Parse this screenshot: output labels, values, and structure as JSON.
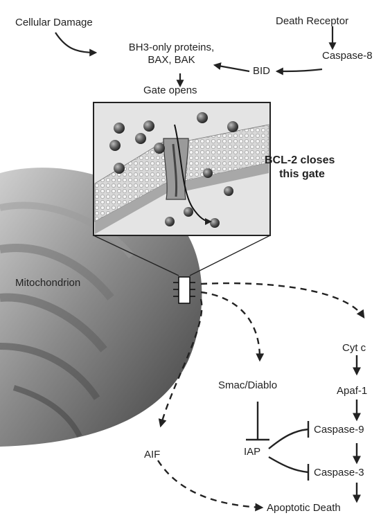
{
  "labels": {
    "cellular_damage": "Cellular Damage",
    "death_receptor": "Death Receptor",
    "caspase8": "Caspase-8",
    "bid": "BID",
    "bh3_line1": "BH3-only proteins,",
    "bh3_line2": "BAX, BAK",
    "gate_opens": "Gate opens",
    "bcl2_line1": "BCL-2 closes",
    "bcl2_line2": "this gate",
    "mitochondrion": "Mitochondrion",
    "cyt_c": "Cyt c",
    "apaf1": "Apaf-1",
    "caspase9": "Caspase-9",
    "caspase3": "Caspase-3",
    "smac": "Smac/Diablo",
    "iap": "IAP",
    "aif": "AIF",
    "apoptotic_death": "Apoptotic Death"
  },
  "colors": {
    "ink": "#222222",
    "mito_dark": "#4a4a4a",
    "mito_light": "#cfcfcf",
    "panel_bg": "#e2e2e2"
  }
}
